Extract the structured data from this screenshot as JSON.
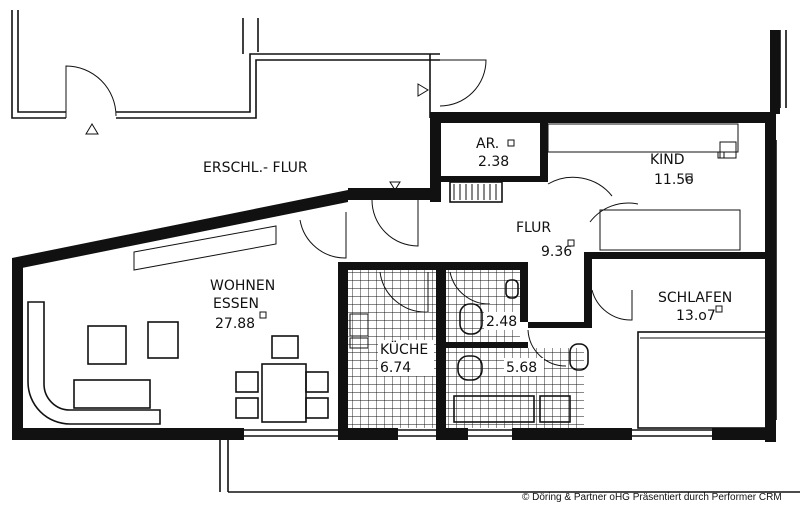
{
  "plan": {
    "rooms": [
      {
        "id": "corridor",
        "name": "ERSCHL.- FLUR",
        "area": ""
      },
      {
        "id": "storage",
        "name": "AR.",
        "area": "2.38"
      },
      {
        "id": "child",
        "name": "KIND",
        "area": "11.5o"
      },
      {
        "id": "hall",
        "name": "FLUR",
        "area": "9.36"
      },
      {
        "id": "living",
        "name": "WOHNEN",
        "name2": "ESSEN",
        "area": "27.88"
      },
      {
        "id": "bedroom",
        "name": "SCHLAFEN",
        "area": "13.o7"
      },
      {
        "id": "kitchen",
        "name": "KÜCHE",
        "area": "6.74"
      },
      {
        "id": "wc",
        "name": "",
        "area": "2.48"
      },
      {
        "id": "bath",
        "name": "",
        "area": "5.68"
      }
    ],
    "copyright": "© Döring & Partner oHG Präsentiert durch Performer CRM"
  }
}
